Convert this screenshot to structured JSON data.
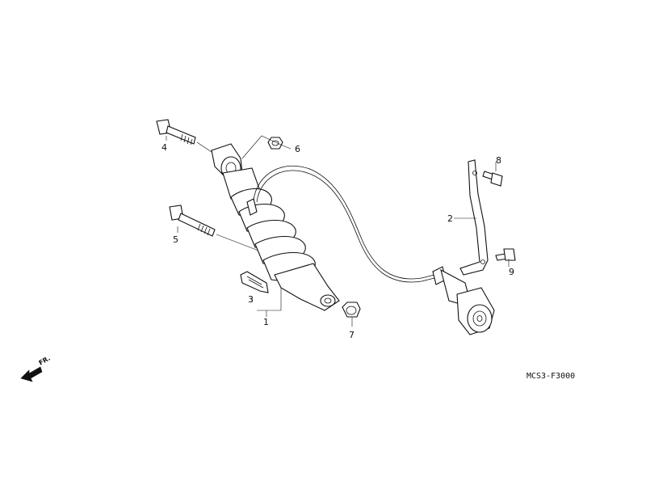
{
  "diagram": {
    "code": "MCS3-F3000",
    "direction_label": "FR.",
    "callouts": [
      {
        "id": "1",
        "label": "1"
      },
      {
        "id": "2",
        "label": "2"
      },
      {
        "id": "3",
        "label": "3"
      },
      {
        "id": "4",
        "label": "4"
      },
      {
        "id": "5",
        "label": "5"
      },
      {
        "id": "6",
        "label": "6"
      },
      {
        "id": "7",
        "label": "7"
      },
      {
        "id": "8",
        "label": "8"
      },
      {
        "id": "9",
        "label": "9"
      }
    ]
  },
  "colors": {
    "line": "#111111",
    "background": "#ffffff"
  },
  "icons": {
    "direction": "front-arrow-icon"
  }
}
